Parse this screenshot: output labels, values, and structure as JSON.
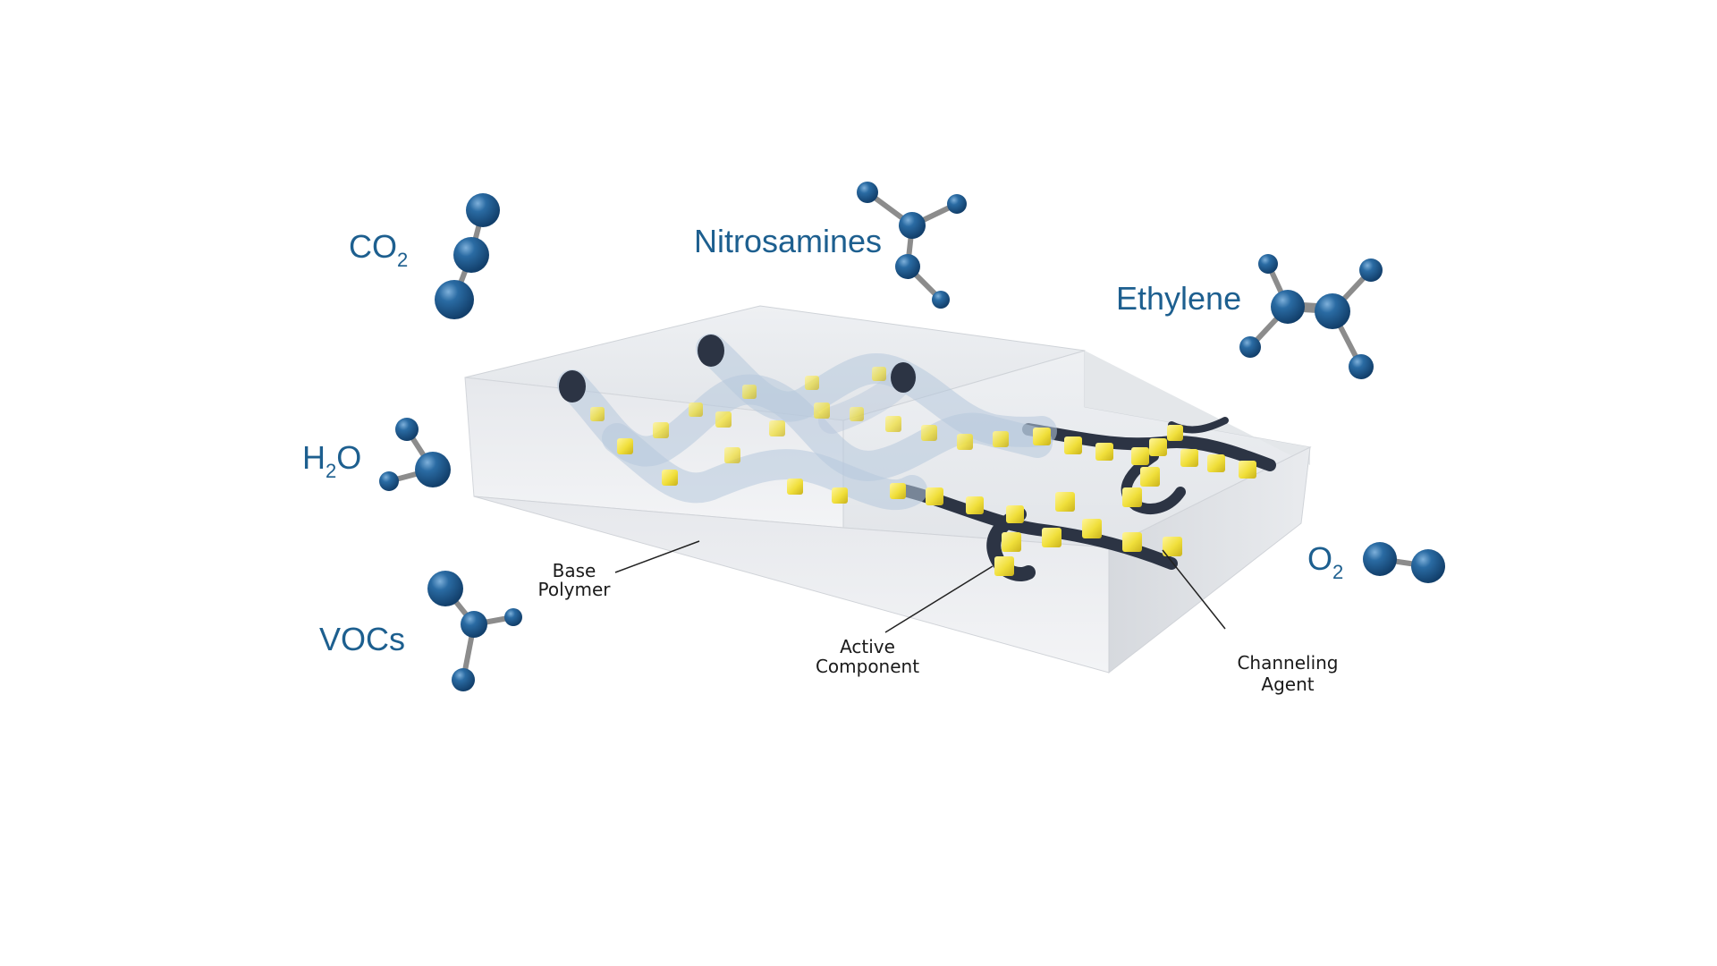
{
  "colors": {
    "molecule_label": "#1d5f8f",
    "atom": "#1f5d92",
    "atom_highlight": "#6fa3cf",
    "bond": "#8c8c8c",
    "polymer_block": "#e9ebee",
    "channel_dark": "#2c3444",
    "channel_tube": "#b7c8dc",
    "active_particle": "#f0df3a",
    "callout_text": "#1a1a1a"
  },
  "molecules": {
    "co2": {
      "main": "CO",
      "sub": "2"
    },
    "nitrosamines": {
      "main": "Nitrosamines"
    },
    "ethylene": {
      "main": "Ethylene"
    },
    "h2o": {
      "main_a": "H",
      "sub": "2",
      "main_b": "O"
    },
    "vocs": {
      "main": "VOCs"
    },
    "o2": {
      "main": "O",
      "sub": "2"
    }
  },
  "callouts": {
    "base_polymer": {
      "line1": "Base",
      "line2": "Polymer"
    },
    "active_component": {
      "line1": "Active",
      "line2": "Component"
    },
    "channeling_agent": {
      "line1": "Channeling",
      "line2": "Agent"
    }
  }
}
